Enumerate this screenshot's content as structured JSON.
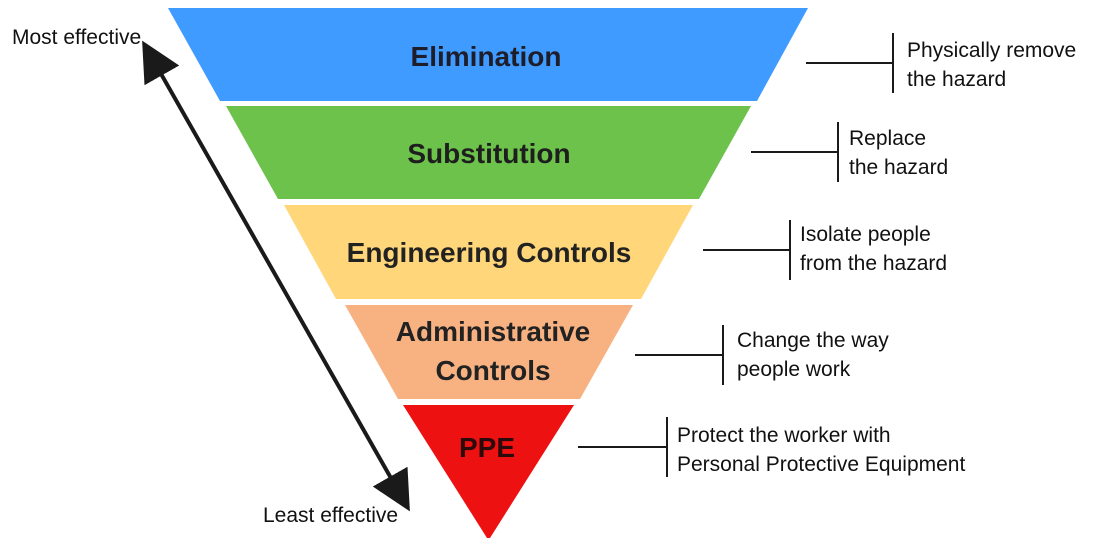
{
  "axis": {
    "top_label": "Most effective",
    "bottom_label": "Least effective",
    "arrow_color": "#1a1a1a"
  },
  "levels": [
    {
      "title_lines": [
        "Elimination"
      ],
      "description_lines": [
        "Physically remove",
        "the hazard"
      ],
      "color": "#3f9bff",
      "title_color": "#1e1e2a"
    },
    {
      "title_lines": [
        "Substitution"
      ],
      "description_lines": [
        "Replace",
        "the hazard"
      ],
      "color": "#6cc24a",
      "title_color": "#1e1e1e"
    },
    {
      "title_lines": [
        "Engineering Controls"
      ],
      "description_lines": [
        "Isolate people",
        "from the hazard"
      ],
      "color": "#ffd67a",
      "title_color": "#222222"
    },
    {
      "title_lines": [
        "Administrative",
        "Controls"
      ],
      "description_lines": [
        "Change the way",
        "people work"
      ],
      "color": "#f8b282",
      "title_color": "#222222"
    },
    {
      "title_lines": [
        "PPE"
      ],
      "description_lines": [
        "Protect the worker with",
        "Personal Protective Equipment"
      ],
      "color": "#ee1111",
      "title_color": "#2a0a0a"
    }
  ]
}
